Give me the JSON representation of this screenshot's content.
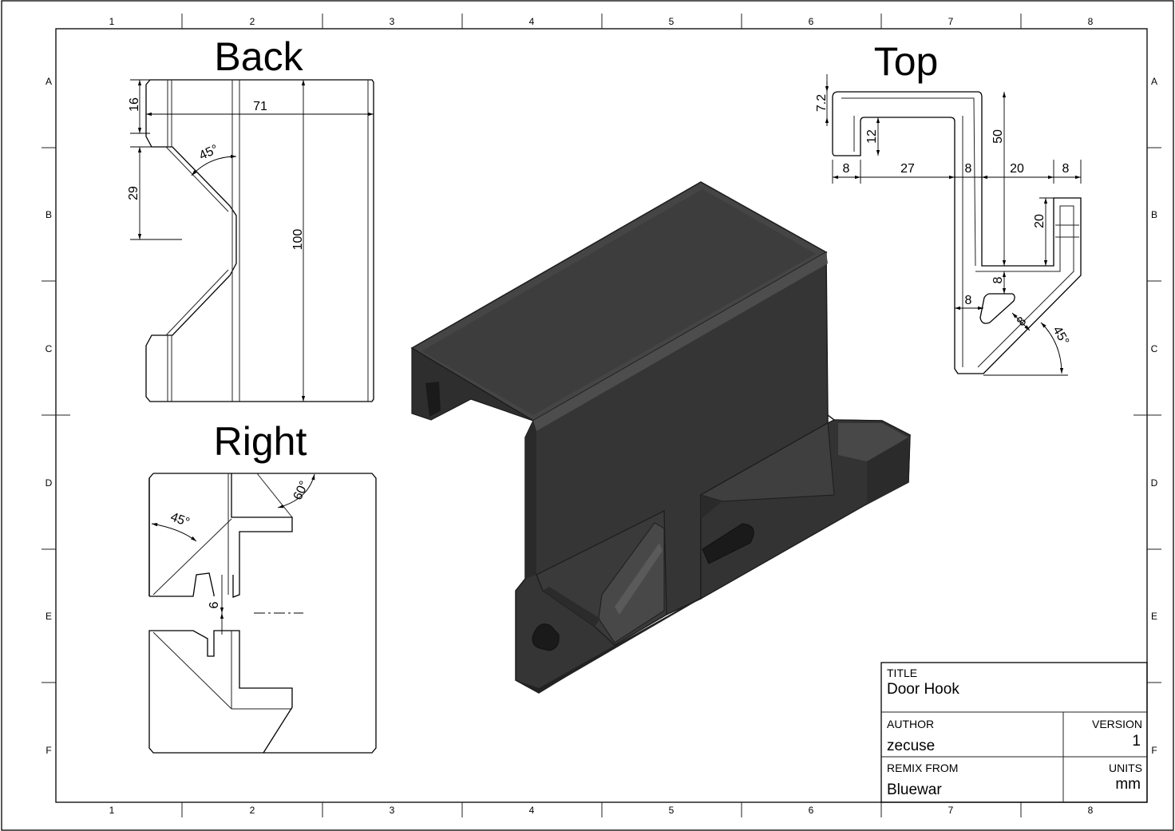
{
  "zones": {
    "columns": [
      "1",
      "2",
      "3",
      "4",
      "5",
      "6",
      "7",
      "8"
    ],
    "rows": [
      "A",
      "B",
      "C",
      "D",
      "E",
      "F"
    ]
  },
  "views": {
    "back": {
      "title": "Back",
      "dims": {
        "d16": "16",
        "d71": "71",
        "d45": "45°",
        "d29": "29",
        "d100": "100"
      }
    },
    "right": {
      "title": "Right",
      "dims": {
        "d45": "45°",
        "d60": "60°",
        "d6": "6"
      }
    },
    "top": {
      "title": "Top",
      "dims": {
        "d72": "7.2",
        "d12": "12",
        "d50": "50",
        "d8a": "8",
        "d27": "27",
        "d8b": "8",
        "d20h": "20",
        "d8c": "8",
        "d20v": "20",
        "d8d": "8",
        "d8e": "8",
        "d8f": "8",
        "d45": "45°"
      }
    }
  },
  "title_block": {
    "title_label": "TITLE",
    "title_value": "Door Hook",
    "author_label": "AUTHOR",
    "author_value": "zecuse",
    "version_label": "VERSION",
    "version_value": "1",
    "remix_label": "REMIX FROM",
    "remix_value": "Bluewar",
    "units_label": "UNITS",
    "units_value": "mm"
  },
  "colors": {
    "model": "#3a3a3a",
    "model_light": "#4a4a4a",
    "model_edge": "#1c1c1c"
  }
}
